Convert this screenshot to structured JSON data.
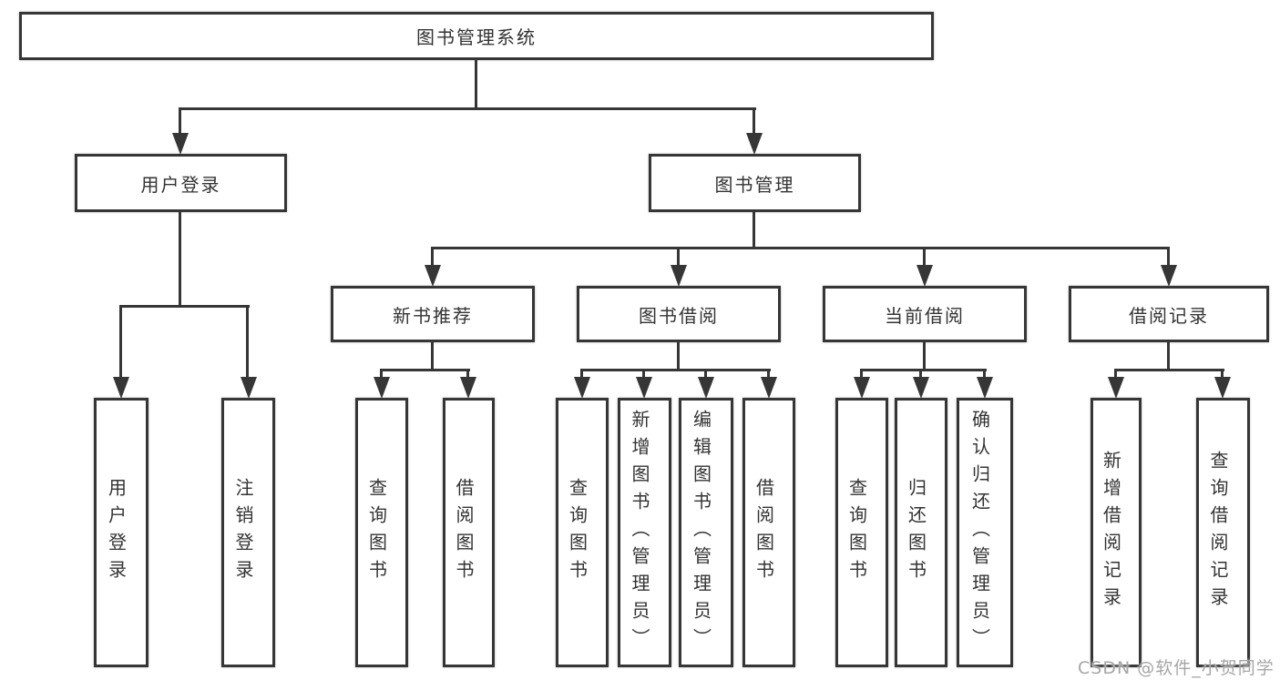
{
  "tree": {
    "root": "图书管理系统",
    "level2": [
      "用户登录",
      "图书管理"
    ],
    "level3": [
      "新书推荐",
      "图书借阅",
      "当前借阅",
      "借阅记录"
    ],
    "leaves_login": [
      "用户登录",
      "注销登录"
    ],
    "leaves_recommend": [
      "查询图书",
      "借阅图书"
    ],
    "leaves_borrow": [
      "查询图书",
      "新增图书（管理员）",
      "编辑图书（管理员）",
      "借阅图书"
    ],
    "leaves_current": [
      "查询图书",
      "归还图书",
      "确认归还（管理员）"
    ],
    "leaves_records": [
      "新增借阅记录",
      "查询借阅记录"
    ]
  },
  "watermark": "CSDN @软件_小贺同学",
  "colors": {
    "line": "#363636",
    "text": "#333333",
    "watermark": "#a6a6a6",
    "background": "#ffffff"
  }
}
